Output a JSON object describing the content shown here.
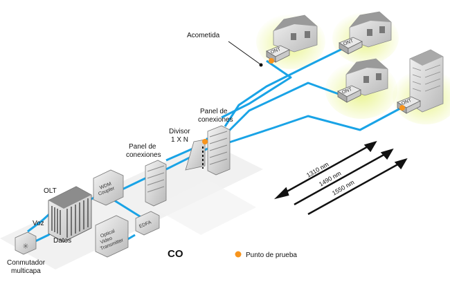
{
  "labels": {
    "acometida": "Acometida",
    "panel_right_1": "Panel de",
    "panel_right_2": "conexiones",
    "divisor_1": "Divisor",
    "divisor_2": "1 X N",
    "panel_left_1": "Panel de",
    "panel_left_2": "conexiones",
    "olt": "OLT",
    "voz": "Voz",
    "datos": "Datos",
    "conmutador_1": "Conmutador",
    "conmutador_2": "multicapa",
    "co": "CO",
    "wdm_1": "WDM",
    "wdm_2": "Coupler",
    "edfa": "EDFA",
    "optical_1": "Optical",
    "optical_2": "Video",
    "optical_3": "Transmitter",
    "ont": "ONT"
  },
  "wavelengths": [
    "1310 nm",
    "1490 nm",
    "1550 nm"
  ],
  "legend": {
    "label": "Punto de prueba",
    "color": "#f7941d"
  },
  "colors": {
    "fiber": "#19a3e6",
    "glow": "#e8f38a",
    "test_point": "#f7941d",
    "platform": "#eeeeee"
  }
}
